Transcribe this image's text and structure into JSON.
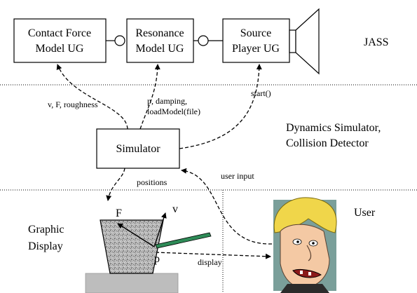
{
  "nodes": {
    "contact_force": {
      "line1": "Contact Force",
      "line2": "Model UG"
    },
    "resonance": {
      "line1": "Resonance",
      "line2": "Model UG"
    },
    "source_player": {
      "line1": "Source",
      "line2": "Player UG"
    },
    "simulator": {
      "label": "Simulator"
    }
  },
  "zones": {
    "jass": "JASS",
    "dynamics_line1": "Dynamics Simulator,",
    "dynamics_line2": "Collision Detector",
    "user": "User",
    "graphic_line1": "Graphic",
    "graphic_line2": "Display"
  },
  "edge_labels": {
    "v_f_roughness": "v, F, roughness",
    "p_damping": "p, damping,",
    "load_model": "loadModel(file)",
    "start": "start()",
    "positions": "positions",
    "user_input": "user input",
    "display": "display"
  },
  "graphic": {
    "force_label": "F",
    "velocity_label": "v",
    "point_label": "p"
  },
  "colors": {
    "stick": "#2e8b57",
    "floor": "#bdbdbd",
    "block": "#a9a9a9"
  }
}
